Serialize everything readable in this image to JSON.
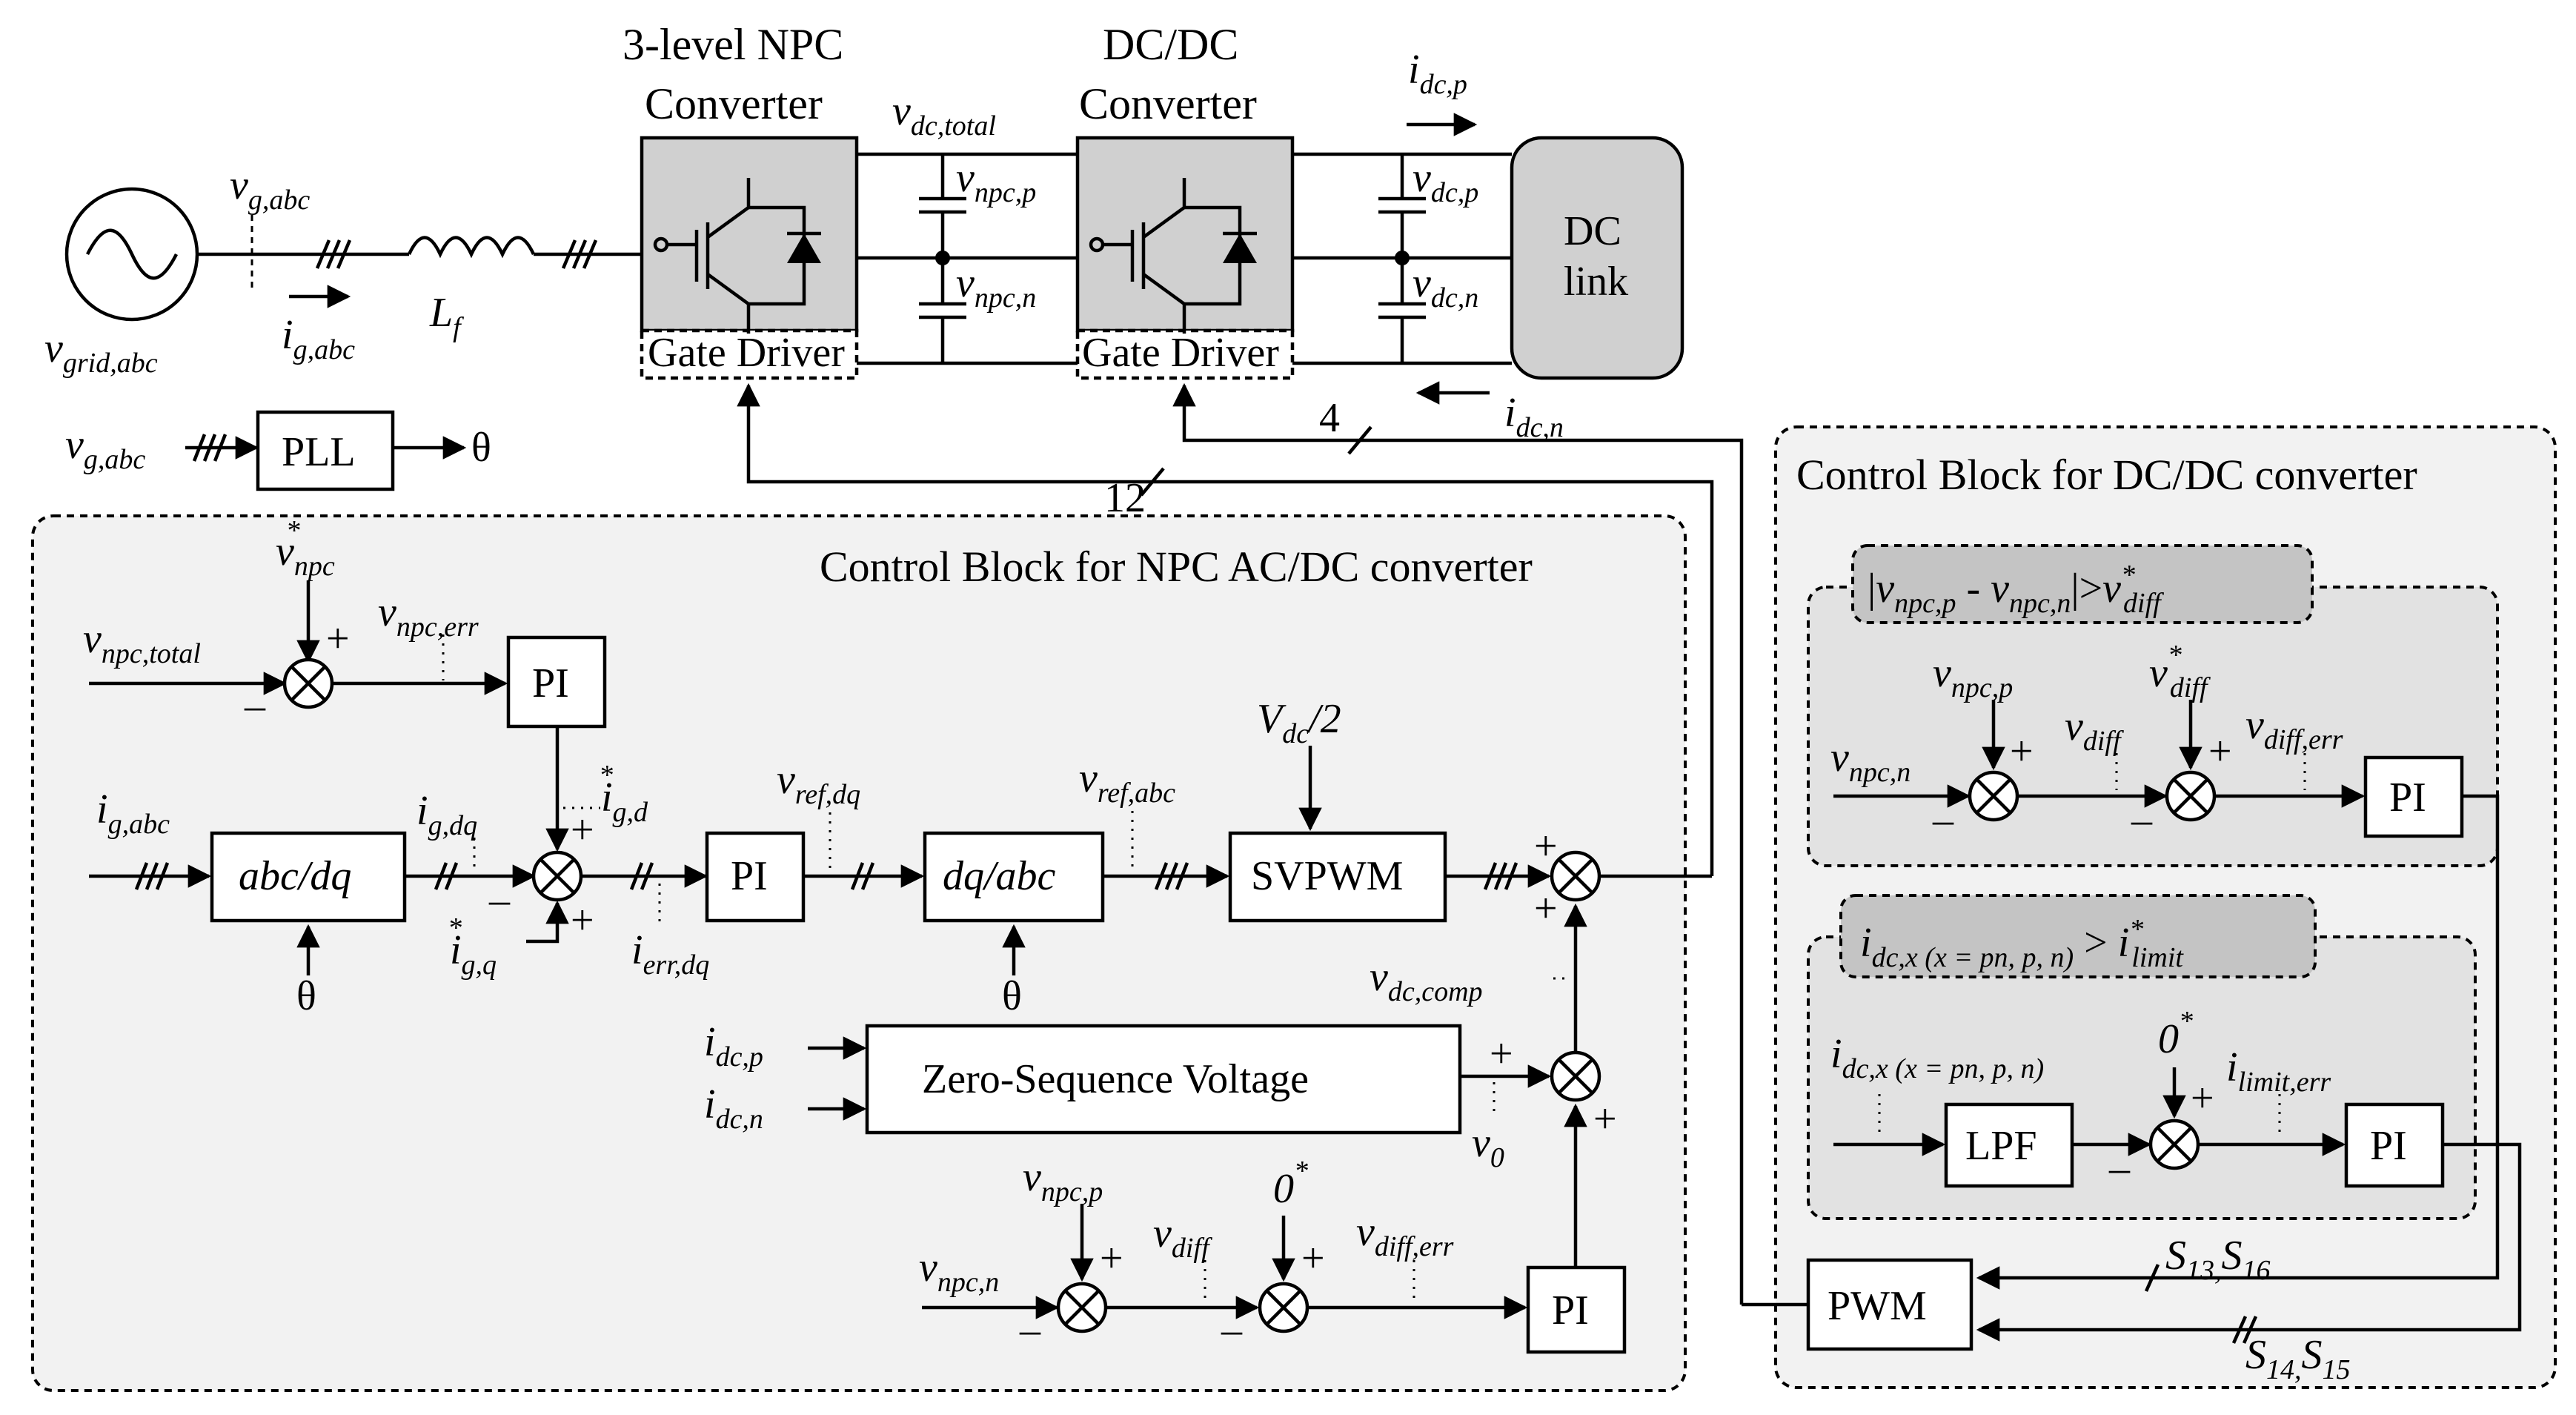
{
  "top": {
    "npc_title": "3-level NPC",
    "npc_title2": "Converter",
    "dcdc_title": "DC/DC",
    "dcdc_title2": "Converter",
    "gate_driver_1": "Gate Driver",
    "gate_driver_2": "Gate Driver",
    "dc_link_1": "DC",
    "dc_link_2": "link",
    "pll": "PLL",
    "theta": "θ",
    "bus_12": "12",
    "bus_4": "4",
    "v": "v",
    "i": "i",
    "L": "L",
    "sub_g_abc": "g,abc",
    "sub_grid_abc": "grid,abc",
    "sub_f": "f",
    "sub_dc_total_a": "dc,",
    "sub_dc_total_b": "total",
    "sub_npc_p": "npc,p",
    "sub_npc_n": "npc,n",
    "sub_dc_p": "dc,p",
    "sub_dc_n": "dc,n"
  },
  "npc_control": {
    "title": "Control Block for NPC AC/DC converter",
    "abc_dq": "abc/dq",
    "dq_abc": "dq/abc",
    "pi": "PI",
    "svpwm": "SVPWM",
    "zero_seq": "Zero-Sequence Voltage",
    "vdc_half": "V",
    "vdc_half_sub": "dc",
    "vdc_half_tail": "/2",
    "zero": "0",
    "star": "*",
    "plus": "+",
    "minus": "–",
    "sub_npc": "npc",
    "sub_npc_total_a": "npc,",
    "sub_npc_total_b": "total",
    "sub_npc_err": "npc,err",
    "sub_g_abc": "g,abc",
    "sub_g_dq": "g,dq",
    "sub_g_d": "g,d",
    "sub_g_q": "g,q",
    "sub_err_dq": "err,dq",
    "sub_ref_dq": "ref,dq",
    "sub_ref_abc": "ref,abc",
    "sub_dc_comp": "dc,comp",
    "sub_dc_p": "dc,p",
    "sub_dc_n": "dc,n",
    "sub_0": "0",
    "sub_npc_p": "npc,p",
    "sub_npc_n": "npc,n",
    "sub_diff": "diff",
    "sub_diff_err": "diff,err"
  },
  "dcdc_control": {
    "title": "Control Block for DC/DC converter",
    "pi": "PI",
    "lpf": "LPF",
    "pwm": "PWM",
    "cond1_sub_p": "npc,p",
    "cond1_dash": " - ",
    "cond1_sub_n": "npc,n",
    "cond1_gt": ">",
    "cond1_sub_diff": "diff",
    "cond2_sub": "dc,x (x = pn, p, n)",
    "cond2_gt": ">",
    "cond2_sub_limit": "limit",
    "sub_npc_p": "npc,p",
    "sub_npc_n": "npc,n",
    "sub_diff": "diff",
    "sub_diff_err": "diff,err",
    "sub_dcx": "dc,x (x = pn, p, n)",
    "sub_limit_err": "limit,err",
    "zero": "0",
    "s1": "S",
    "s13": "13,",
    "s16": "16",
    "s14": "14,",
    "s15": "15"
  }
}
